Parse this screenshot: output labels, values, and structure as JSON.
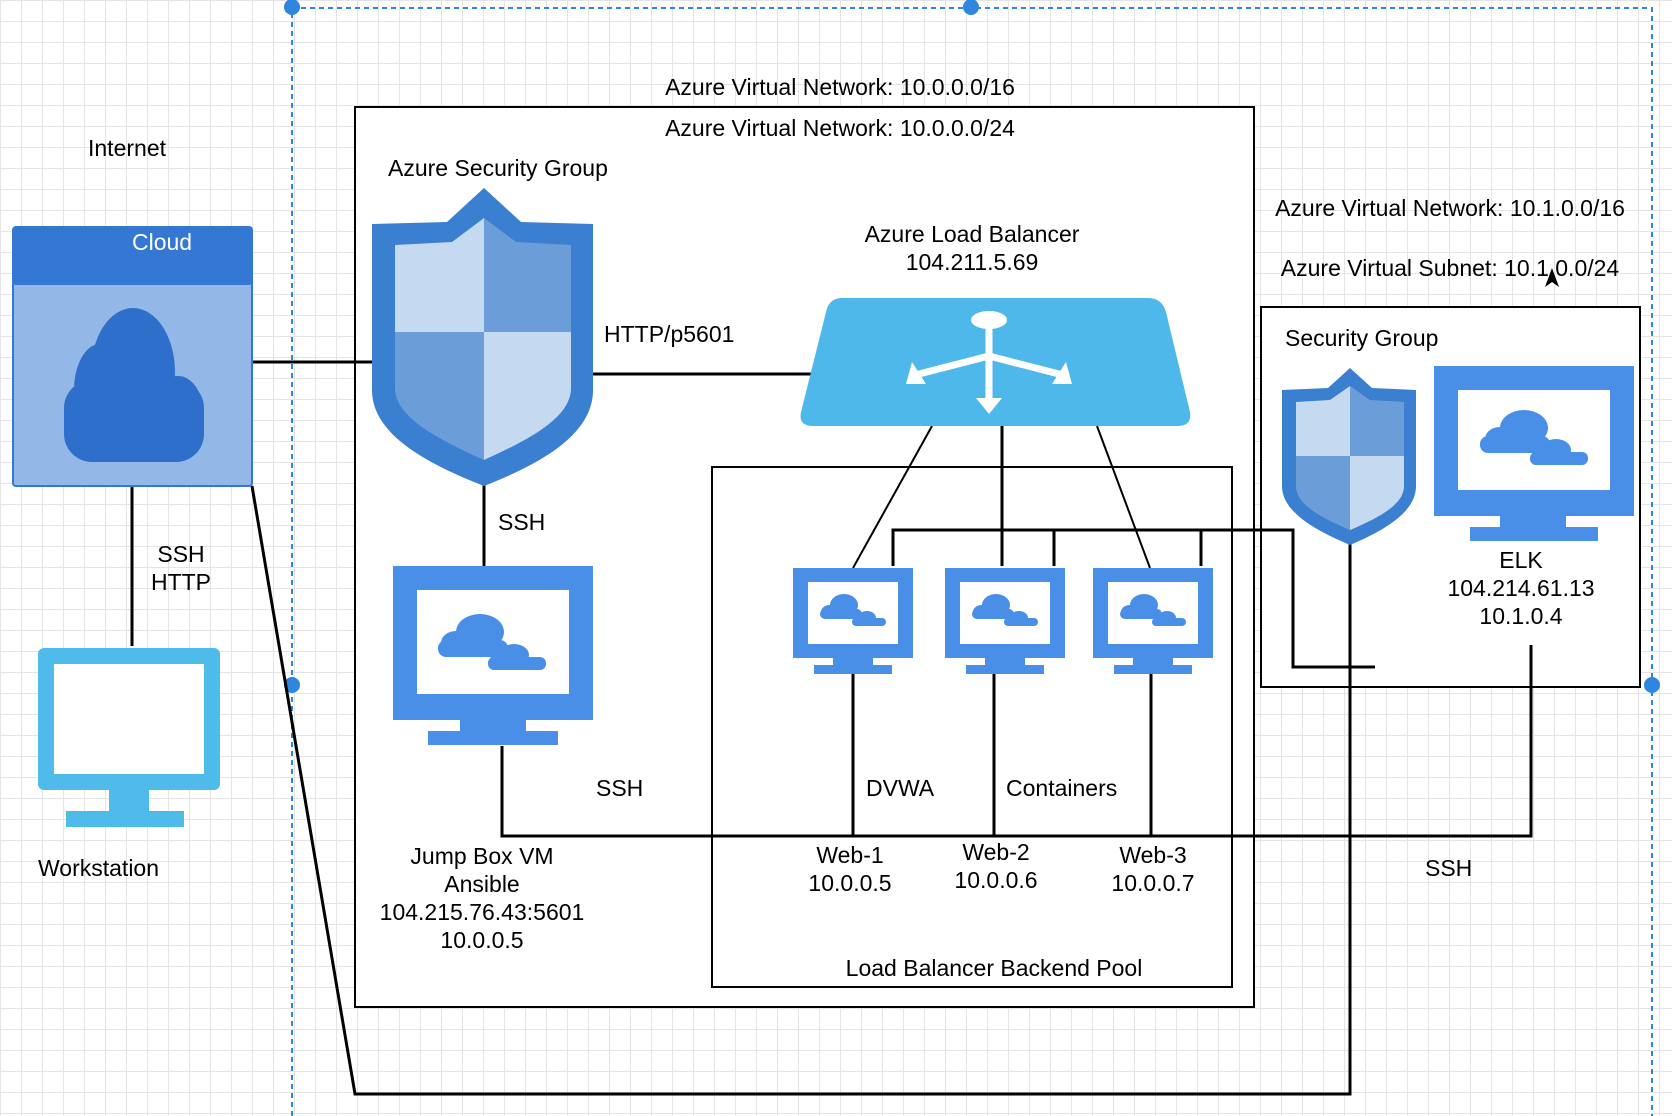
{
  "labels": {
    "internet": "Internet",
    "cloud_title": "Cloud",
    "workstation": "Workstation",
    "ssh_http": [
      "SSH",
      "HTTP"
    ],
    "vnet_outer": "Azure Virtual Network: 10.0.0.0/16",
    "vnet_inner": "Azure Virtual Network: 10.0.0.0/24",
    "security_group": "Azure Security Group",
    "http_port": "HTTP/p5601",
    "ssh_to_jumpbox": "SSH",
    "load_balancer": [
      "Azure Load Balancer",
      "104.211.5.69"
    ],
    "jumpbox": [
      "Jump Box VM",
      "Ansible",
      "104.215.76.43:5601",
      "10.0.0.5"
    ],
    "ssh_jumpbox_line": "SSH",
    "dvwa": "DVWA",
    "containers": "Containers",
    "web1": [
      "Web-1",
      "10.0.0.5"
    ],
    "web2": [
      "Web-2",
      "10.0.0.6"
    ],
    "web3": [
      "Web-3",
      "10.0.0.7"
    ],
    "backend_pool": "Load Balancer Backend Pool",
    "elk_vnet": "Azure Virtual Network: 10.1.0.0/16",
    "elk_subnet": "Azure Virtual Subnet: 10.1.0.0/24",
    "elk_security_group": "Security Group",
    "elk": [
      "ELK",
      "104.214.61.13",
      "10.1.0.4"
    ],
    "ssh_elk": "SSH"
  },
  "colors": {
    "cloud_header": "#3478d4",
    "cloud_body": "#93b8e8",
    "cloud_icon": "#2f6fcc",
    "shield_dark": "#3a7fd0",
    "shield_light": "#c5d9f1",
    "shield_mid": "#6b9ed9",
    "lb_fill": "#4fb8eb",
    "vm_blue": "#4a8fe7",
    "workstation": "#4fbbeb",
    "selection": "#2e86de"
  }
}
